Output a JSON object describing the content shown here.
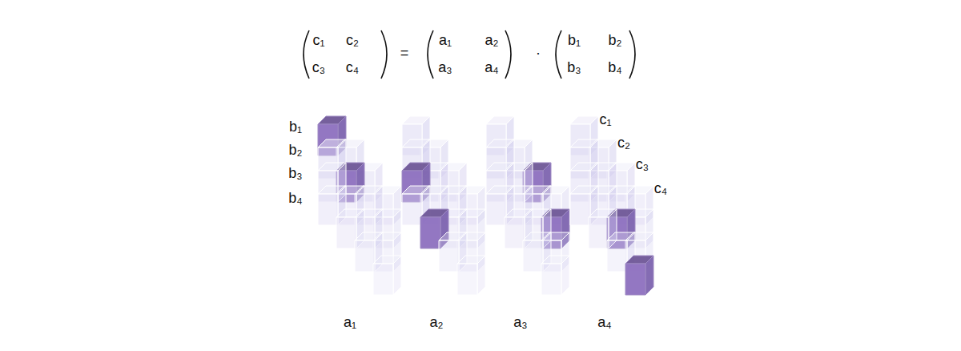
{
  "diagram": {
    "labels": [
      "c₁",
      "c₂",
      "c₃",
      "c₄",
      "=",
      "a₁",
      "a₂",
      "a₃",
      "a₄",
      "·",
      "b₁",
      "b₂",
      "b₃",
      "b₄",
      "b₁",
      "b₂",
      "b₃",
      "b₄",
      "c₁",
      "c₂",
      "c₃",
      "c₄",
      "a₁",
      "a₂",
      "a₃",
      "a₄"
    ]
  }
}
